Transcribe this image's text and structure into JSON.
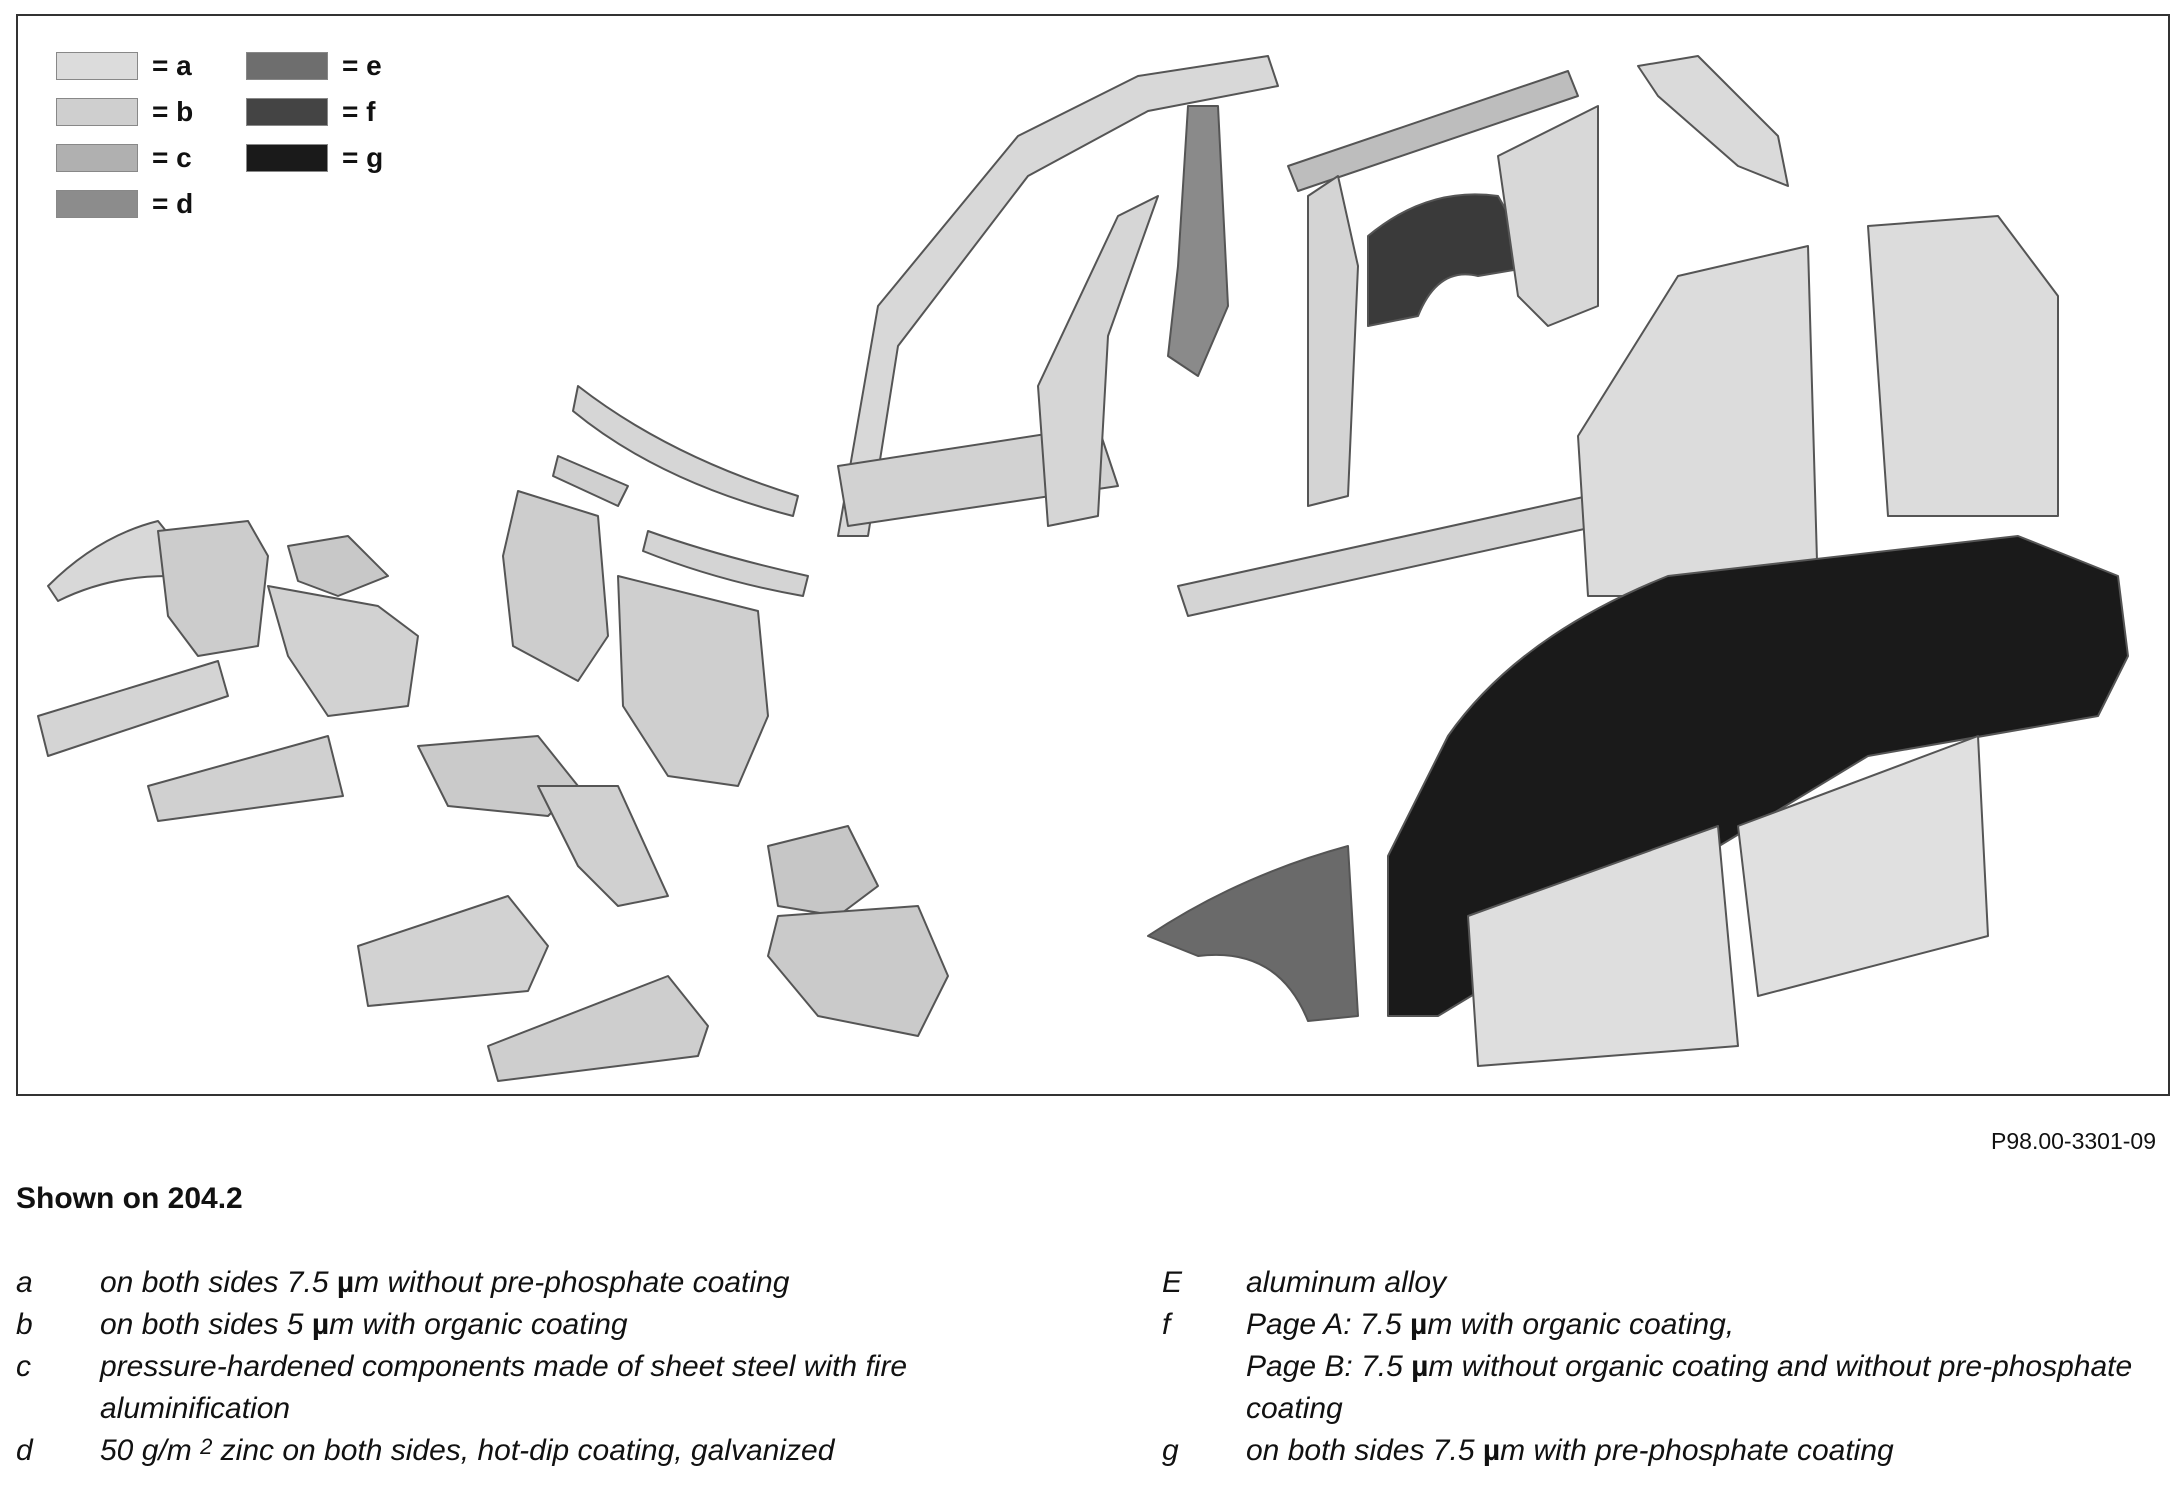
{
  "legend": [
    {
      "key": "= a",
      "color": "#dcdcdc"
    },
    {
      "key": "= b",
      "color": "#cfcfcf"
    },
    {
      "key": "= c",
      "color": "#b0b0b0"
    },
    {
      "key": "= d",
      "color": "#8c8c8c"
    },
    {
      "key": "= e",
      "color": "#6e6e6e"
    },
    {
      "key": "= f",
      "color": "#444444"
    },
    {
      "key": "= g",
      "color": "#1a1a1a"
    }
  ],
  "figure_code": "P98.00-3301-09",
  "shown_on": "Shown on 204.2",
  "notes_left": [
    {
      "key": "a",
      "pre": "on both sides 7.5 ",
      "mu": "µ",
      "post": "m without pre-phosphate coating"
    },
    {
      "key": "b",
      "pre": "on both sides 5 ",
      "mu": "µ",
      "post": "m with organic coating"
    },
    {
      "key": "c",
      "text": "pressure-hardened components made of sheet steel with fire aluminification"
    },
    {
      "key": "d",
      "pre": "50 g/m ",
      "sup": "2",
      "post": " zinc on both sides, hot-dip coating, galvanized"
    }
  ],
  "notes_right": [
    {
      "key": "E",
      "text": "aluminum alloy"
    },
    {
      "key": "f",
      "pre": "Page A: 7.5 ",
      "mu": "µ",
      "post": "m with organic coating,"
    },
    {
      "key": "",
      "pre": "Page B: 7.5 ",
      "mu": "µ",
      "post": "m without organic coating and without pre-phosphate coating"
    },
    {
      "key": "g",
      "pre": "on both sides 7.5 ",
      "mu": "µ",
      "post": "m with pre-phosphate coating"
    }
  ]
}
